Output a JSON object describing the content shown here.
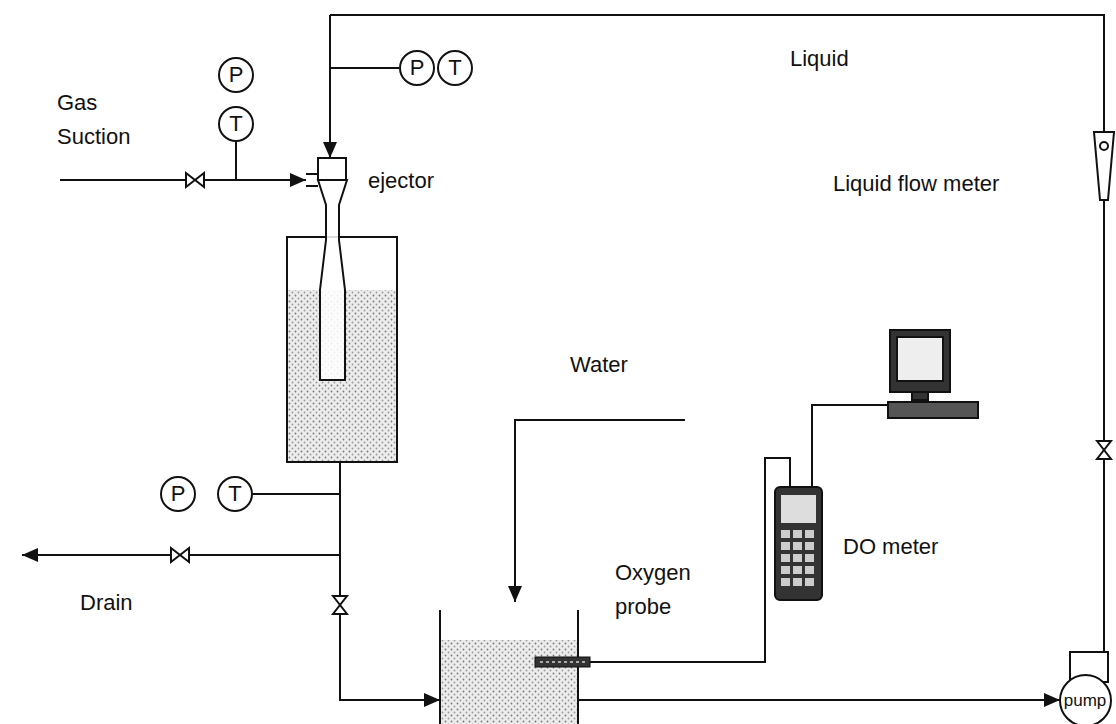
{
  "diagram": {
    "nodes": [
      {
        "text": [
          "P"
        ]
      },
      {
        "text": [
          "T"
        ]
      },
      {
        "text": [
          "P"
        ]
      },
      {
        "text": [
          "T"
        ]
      },
      {
        "text": [
          "P"
        ]
      },
      {
        "text": [
          "T"
        ]
      },
      {
        "text": [
          "pump"
        ]
      }
    ],
    "labels": [
      "Gas Suction",
      "Liquid",
      "ejector",
      "Liquid flow meter",
      "Water",
      "DO meter",
      "Oxygen probe",
      "Drain"
    ]
  }
}
